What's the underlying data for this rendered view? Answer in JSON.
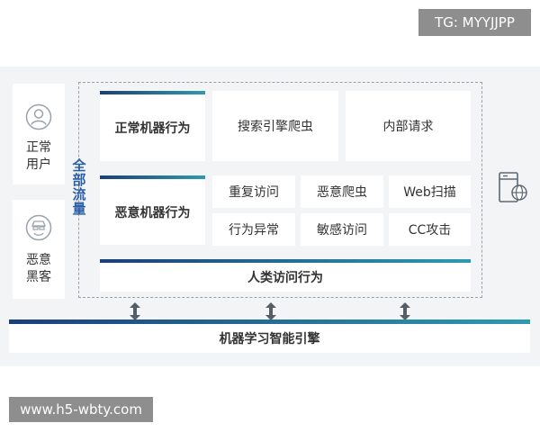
{
  "watermarks": {
    "top": "TG: MYYJJPP",
    "bottom": "www.h5-wbty.com"
  },
  "left_users": [
    {
      "label_line1": "正常",
      "label_line2": "用户",
      "icon": "user-icon"
    },
    {
      "label_line1": "恶意",
      "label_line2": "黑客",
      "icon": "hacker-icon"
    }
  ],
  "traffic_label": [
    "全",
    "部",
    "流",
    "量"
  ],
  "rows": {
    "normal": {
      "category": "正常机器行为",
      "items": [
        "搜索引擎爬虫",
        "内部请求"
      ]
    },
    "malicious": {
      "category": "恶意机器行为",
      "items": [
        "重复访问",
        "恶意爬虫",
        "Web扫描",
        "行为异常",
        "敏感访问",
        "CC攻击"
      ]
    },
    "human": {
      "category": "人类访问行为"
    }
  },
  "server_icon": "server-globe-icon",
  "arrows": [
    "double-arrow-icon",
    "double-arrow-icon",
    "double-arrow-icon"
  ],
  "engine": {
    "label": "机器学习智能引擎"
  },
  "colors": {
    "accent_start": "#1b3f79",
    "accent_end": "#2e9ab0",
    "label_blue": "#2c5fa8",
    "panel_bg": "#f3f4f6",
    "watermark_bg": "#8e8e8e"
  }
}
